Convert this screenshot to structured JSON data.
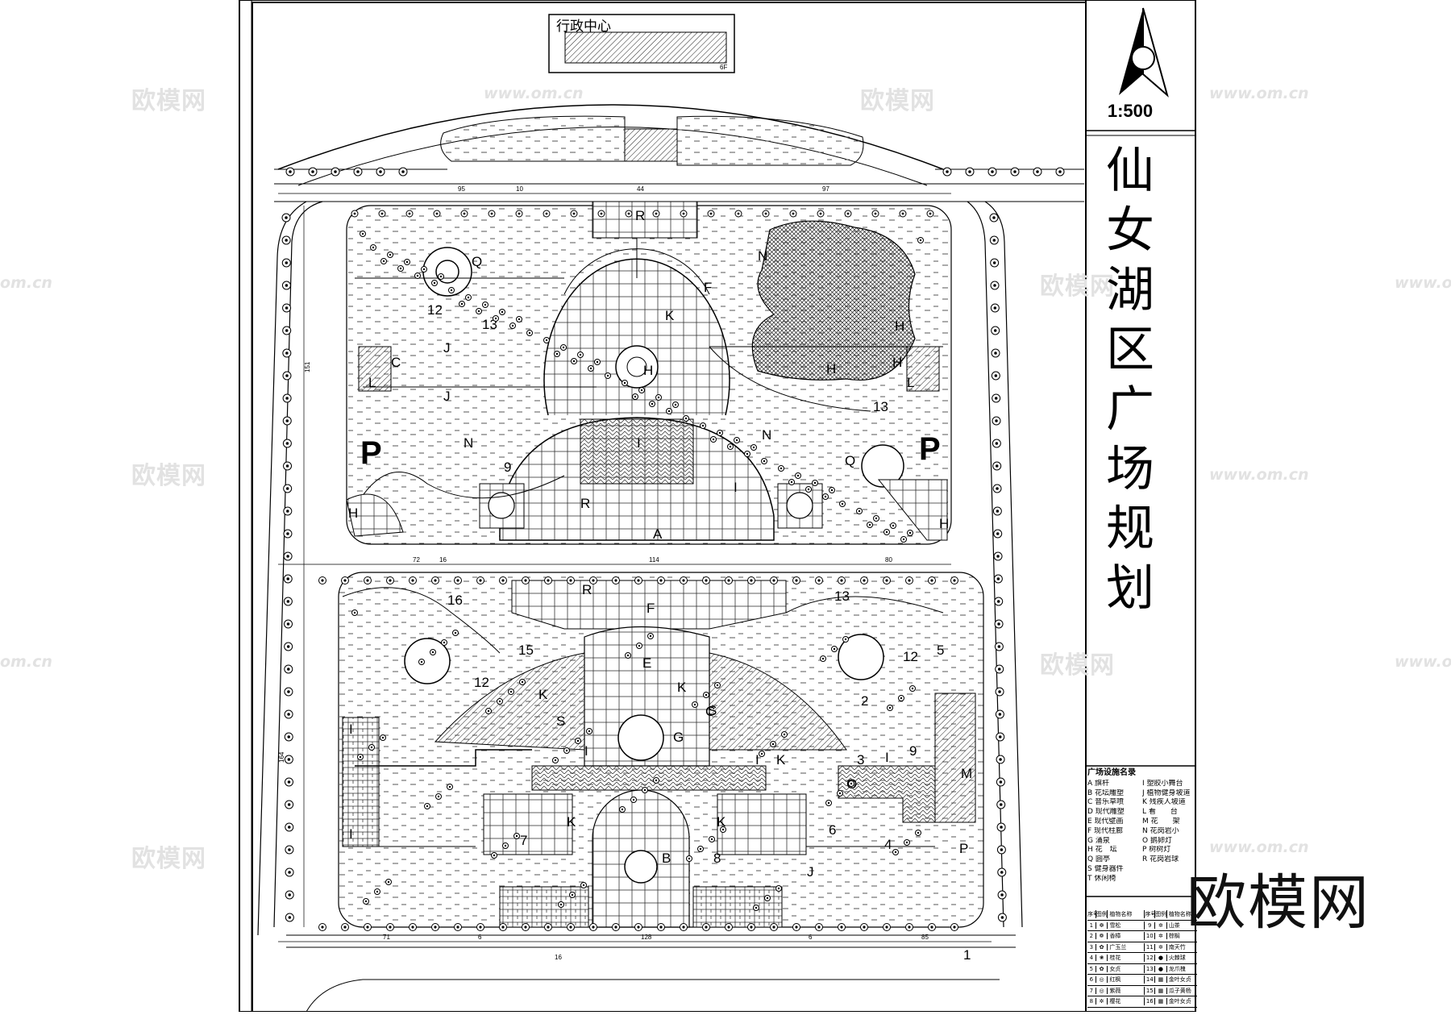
{
  "header": {
    "building_name": "行政中心",
    "floors": "6F",
    "scale": "1:500",
    "title_chars": [
      "仙",
      "女",
      "湖",
      "区",
      "广",
      "场",
      "规",
      "划"
    ]
  },
  "dimensions": {
    "top": [
      "95",
      "10",
      "44",
      "97"
    ],
    "middle": [
      "72",
      "16",
      "114",
      "80"
    ],
    "bottom": [
      "71",
      "6",
      "16",
      "128",
      "6",
      "85"
    ],
    "left": [
      "151",
      "164"
    ]
  },
  "zones": {
    "north": [
      "R",
      "Q",
      "12",
      "13",
      "K",
      "F",
      "N",
      "H",
      "H",
      "C",
      "H",
      "H",
      "J",
      "J",
      "L",
      "L",
      "13",
      "P",
      "P",
      "N",
      "N",
      "9",
      "I",
      "Q",
      "R",
      "A",
      "H",
      "H",
      "I"
    ],
    "south": [
      "R",
      "F",
      "16",
      "13",
      "15",
      "12",
      "12",
      "5",
      "2",
      "E",
      "K",
      "K",
      "S",
      "S",
      "C",
      "G",
      "I",
      "I",
      "3",
      "9",
      "I",
      "K",
      "O",
      "M",
      "I",
      "I",
      "K",
      "K",
      "7",
      "B",
      "8",
      "6",
      "4",
      "P",
      "J",
      "1"
    ]
  },
  "legend": {
    "title": "广场设施名录",
    "items": [
      [
        "A 旗杆",
        "I 塑胶小舞台"
      ],
      [
        "B 花坛雕塑",
        "J 植物健身坡道"
      ],
      [
        "C 音乐草喷",
        "K 残疾人坡道"
      ],
      [
        "D 现代雕塑",
        "L 看　　台"
      ],
      [
        "E 现代壁画",
        "M 花　　架"
      ],
      [
        "F 现代柱廊",
        "N 花岗岩小"
      ],
      [
        "G 涌泉",
        "O 鹅卵灯"
      ],
      [
        "H 花　坛",
        "P 树树灯"
      ],
      [
        "Q 圆亭",
        "R 花岗岩球"
      ],
      [
        "S 健身器件",
        ""
      ],
      [
        "T 休闲椅",
        ""
      ]
    ]
  },
  "plant_table": {
    "header": [
      "序号",
      "图例",
      "植物名称",
      "序号",
      "图例",
      "植物名称"
    ],
    "rows": [
      [
        "1",
        "☸",
        "雪松",
        "9",
        "✲",
        "山茶"
      ],
      [
        "2",
        "❁",
        "香樟",
        "10",
        "✲",
        "棕榈"
      ],
      [
        "3",
        "✿",
        "广玉兰",
        "11",
        "✲",
        "南天竹"
      ],
      [
        "4",
        "❀",
        "桂花",
        "12",
        "●",
        "火棘球"
      ],
      [
        "5",
        "✿",
        "女贞",
        "13",
        "●",
        "龙爪槐"
      ],
      [
        "6",
        "◎",
        "红枫",
        "14",
        "▦",
        "金叶女贞"
      ],
      [
        "7",
        "◎",
        "紫薇",
        "15",
        "▦",
        "瓜子黄杨"
      ],
      [
        "8",
        "✲",
        "樱花",
        "16",
        "▦",
        "金叶女贞"
      ]
    ]
  },
  "watermarks": {
    "brand": "欧模网",
    "site": "www.om.cn",
    "site_short": "om.cn",
    "corner": "欧模网"
  }
}
